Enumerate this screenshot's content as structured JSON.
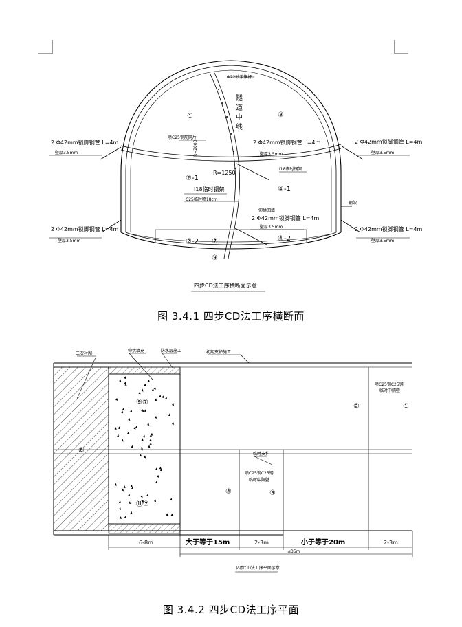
{
  "figure1": {
    "caption": "图 3.4.1 四步CD法工序横断面",
    "inner_title": "四步CD法工序横断面示意",
    "labels": {
      "anchor_top": "Φ22砂浆锚杆",
      "tunnel_axis": "隧道中线",
      "steel_arch": "喷C25钢筋网片",
      "radius_2000": "R=2000",
      "radius_1250": "R=1250",
      "i18_left": "I18临时钢架",
      "c25_left": "C25临时喷18cm",
      "i18_right": "I18临时钢架",
      "invert_fill": "仰拱回填",
      "section_wall": "钢架"
    },
    "callouts": {
      "left_upper_1": "2 Φ42mm锁脚钢管 L=4m",
      "left_upper_2": "壁厚3.5mm",
      "right_upper_1": "2 Φ42mm锁脚钢管 L=4m",
      "right_upper_2": "壁厚3.5mm",
      "mid_upper_1": "2 Φ42mm锁脚钢管 L=4m",
      "mid_upper_2": "壁厚3.5mm",
      "left_lower_1": "2 Φ42mm锁脚钢管 L=4m",
      "left_lower_2": "壁厚3.5mm",
      "right_lower_1": "2 Φ42mm锁脚钢管 L=4m",
      "right_lower_2": "壁厚3.5mm",
      "mid_lower_1": "2 Φ42mm锁脚钢管 L=4m",
      "mid_lower_2": "壁厚3.5mm"
    },
    "sections": {
      "s1": "①",
      "s3": "③",
      "s2_1": "②-1",
      "s4_1": "④-1",
      "s2_2": "②-2",
      "s4_2": "④-2",
      "s7": "⑦",
      "s9": "⑨"
    }
  },
  "figure2": {
    "caption": "图 3.4.2 四步CD法工序平面",
    "labels": {
      "second_lining": "二次衬砌",
      "invert": "仰拱填充",
      "waterproof": "防水层施工",
      "initial_support": "初期支护施工",
      "temp_upper_1": "喷C25钢C25钢",
      "temp_upper_2": "临时中隔壁",
      "temp_lower_0": "临时支护",
      "temp_lower_1": "喷C25钢C25钢",
      "temp_lower_2": "临时中隔壁",
      "inner_title": "四步CD法工序平面示意"
    },
    "sections": {
      "upper_mix": "⑨⑦",
      "lower_mix": "⑪⑦",
      "s2": "②",
      "s1": "①",
      "s4": "④",
      "s3": "③",
      "s8": "⑧"
    },
    "dims": {
      "d1": "6-8m",
      "d2": "大于等于15m",
      "d3": "2-3m",
      "d4": "小于等于20m",
      "d5": "2-3m",
      "total": "≤35m"
    }
  }
}
